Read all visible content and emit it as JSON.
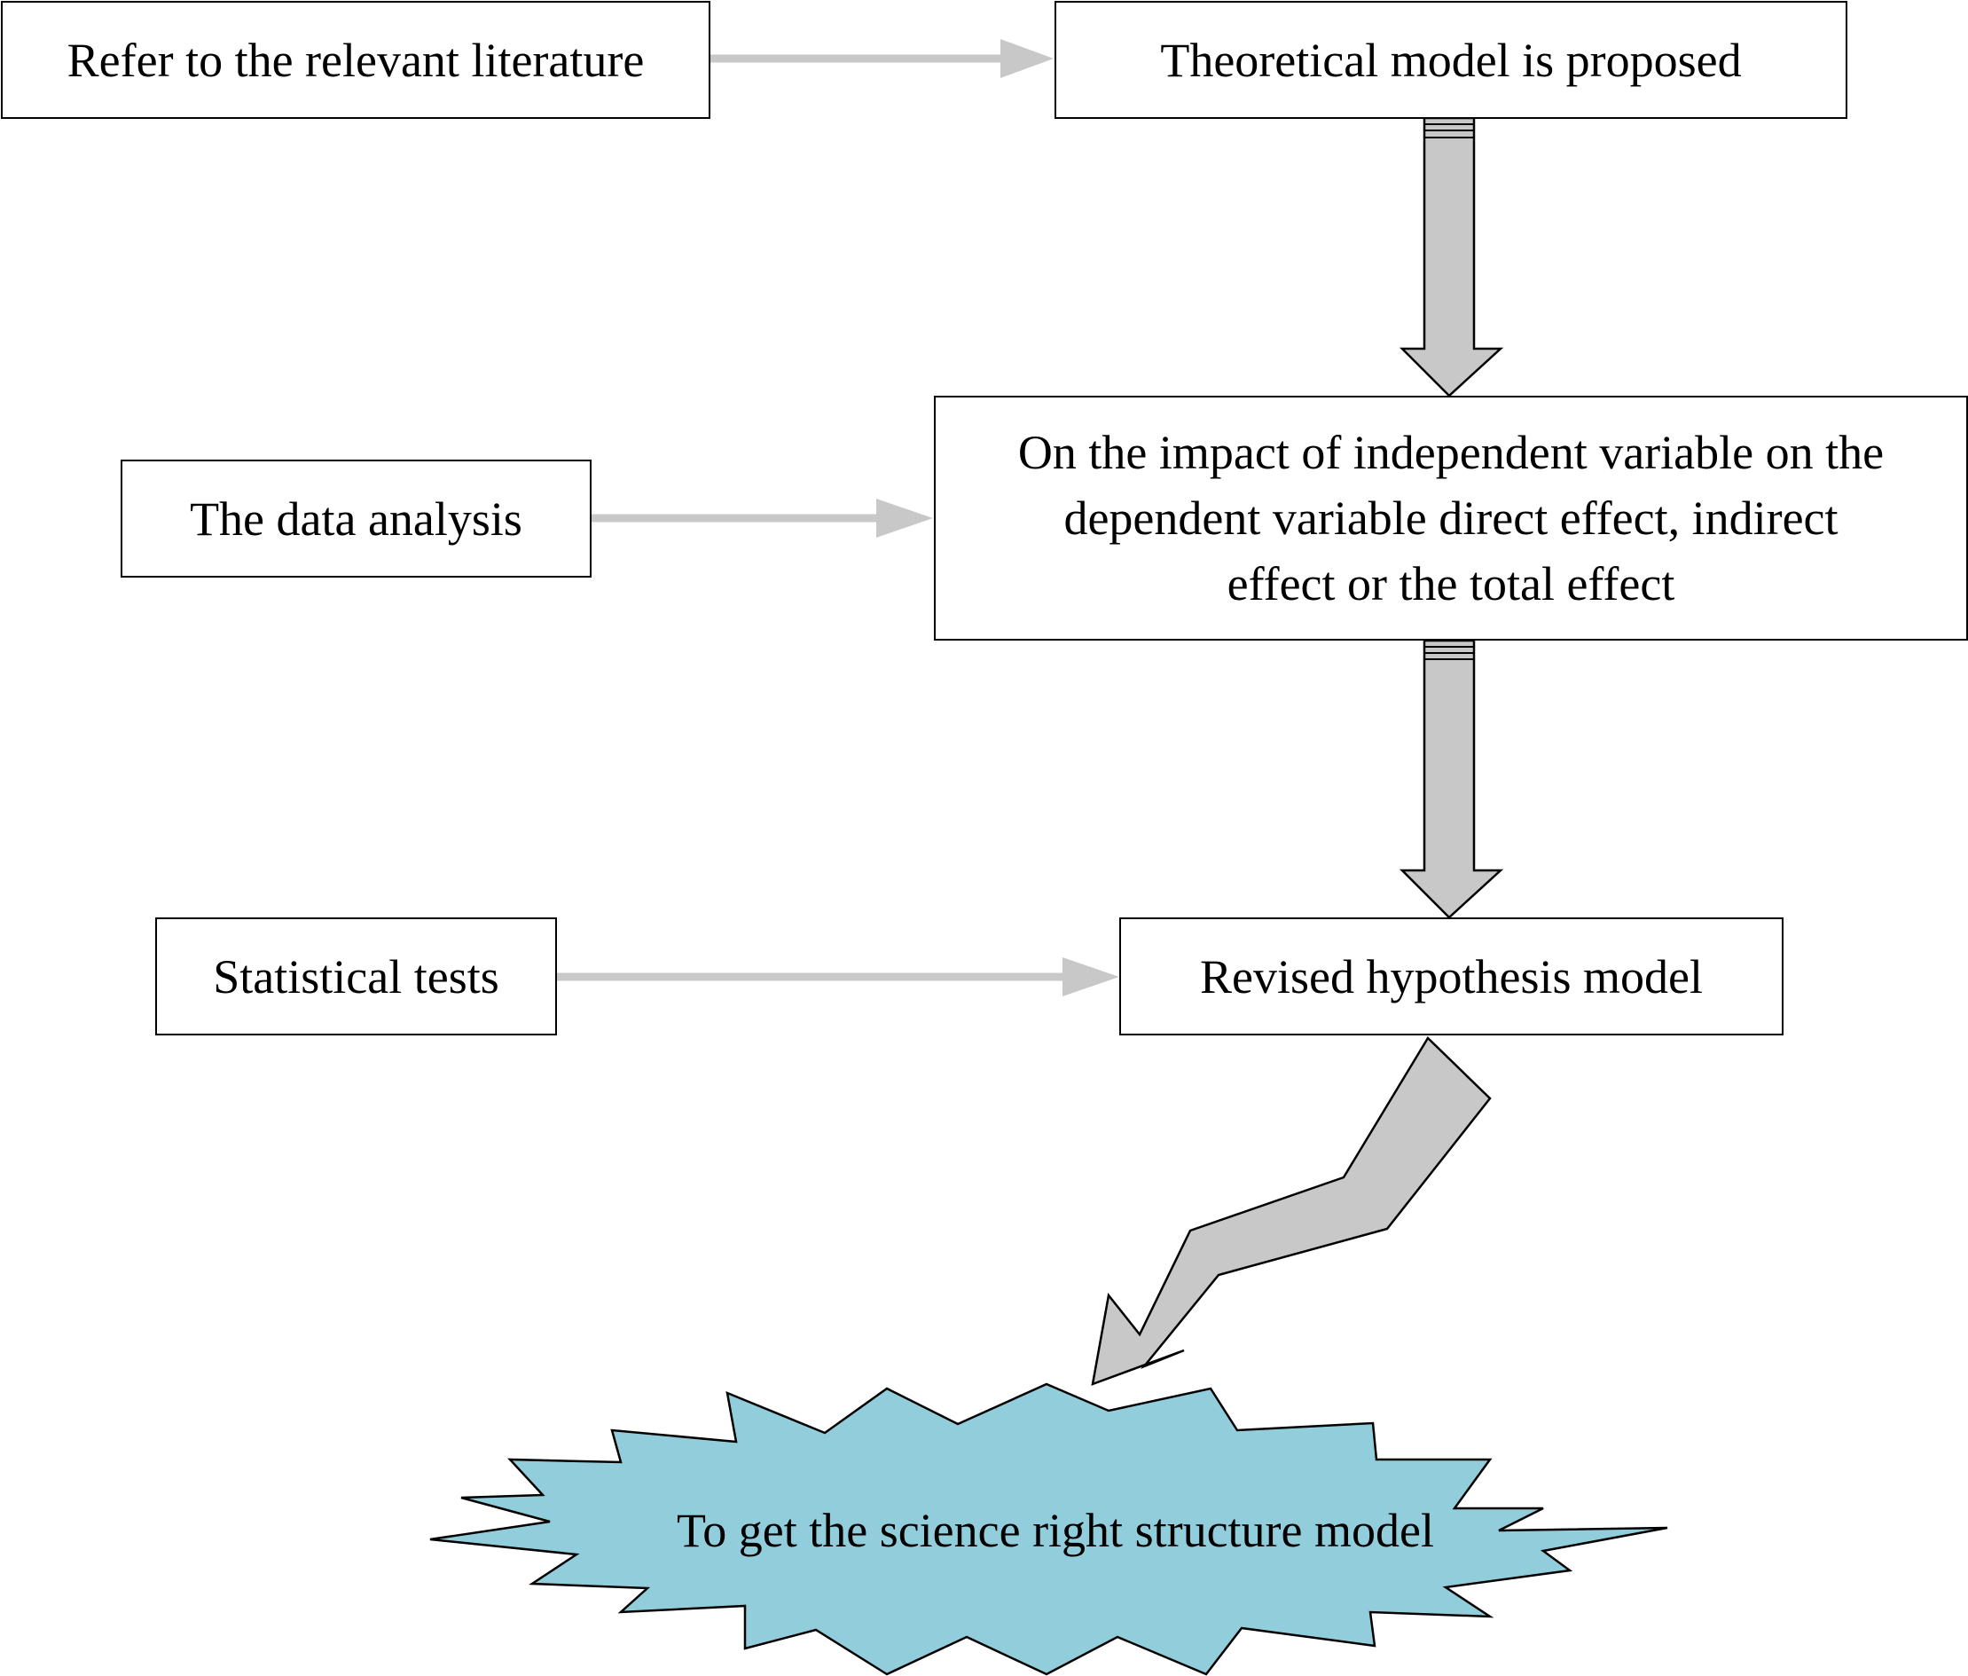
{
  "diagram": {
    "nodes": {
      "literature": {
        "label": "Refer to the relevant literature"
      },
      "theoretical": {
        "label": "Theoretical model is proposed"
      },
      "data_analysis": {
        "label": "The data analysis"
      },
      "impact": {
        "lines": [
          "On the impact of independent variable on the",
          "dependent variable direct effect, indirect",
          "effect or the total effect"
        ]
      },
      "statistical": {
        "label": "Statistical tests"
      },
      "revised": {
        "label": "Revised hypothesis model"
      },
      "result": {
        "label": "To get the science right structure model"
      }
    },
    "colors": {
      "connector": "#c8c8c8",
      "big_arrow_fill": "#c8c8c8",
      "burst_fill": "#92cddc",
      "stroke": "#000000"
    }
  }
}
